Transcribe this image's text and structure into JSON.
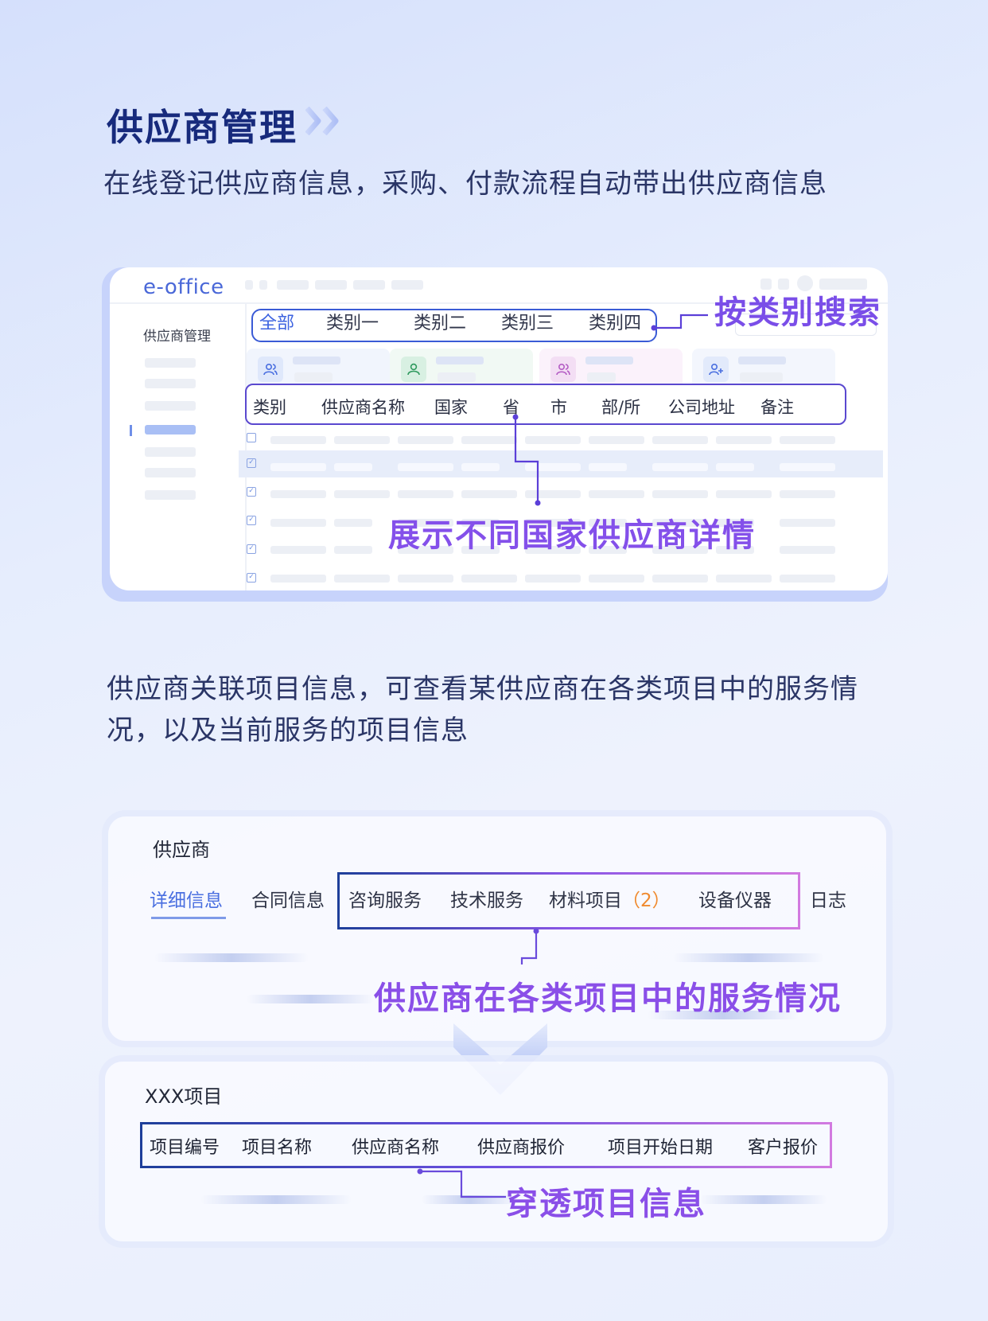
{
  "header": {
    "title": "供应商管理",
    "subtitle": "在线登记供应商信息，采购、付款流程自动带出供应商信息"
  },
  "app_mockup": {
    "logo": "e-office",
    "sidebar_title": "供应商管理",
    "category_tabs": [
      "全部",
      "类别一",
      "类别二",
      "类别三",
      "类别四"
    ],
    "active_tab": "全部",
    "table_columns": [
      "类别",
      "供应商名称",
      "国家",
      "省",
      "市",
      "部/所",
      "公司地址",
      "备注"
    ],
    "callout_search": "按类别搜索",
    "callout_detail": "展示不同国家供应商详情"
  },
  "description": "供应商关联项目信息，可查看某供应商在各类项目中的服务情况，以及当前服务的项目信息",
  "supplier_panel": {
    "title": "供应商",
    "tabs": [
      "详细信息",
      "合同信息",
      "咨询服务",
      "技术服务",
      "材料项目",
      "设备仪器",
      "日志"
    ],
    "active_tab": "详细信息",
    "material_count": "（2）",
    "callout": "供应商在各类项目中的服务情况"
  },
  "project_panel": {
    "title": "XXX项目",
    "columns": [
      "项目编号",
      "项目名称",
      "供应商名称",
      "供应商报价",
      "项目开始日期",
      "客户报价"
    ],
    "callout": "穿透项目信息"
  },
  "colors": {
    "title": "#172a7c",
    "accent_blue": "#3a5bd6",
    "callout_purple": "#8450ea",
    "count_orange": "#f08a2e"
  }
}
